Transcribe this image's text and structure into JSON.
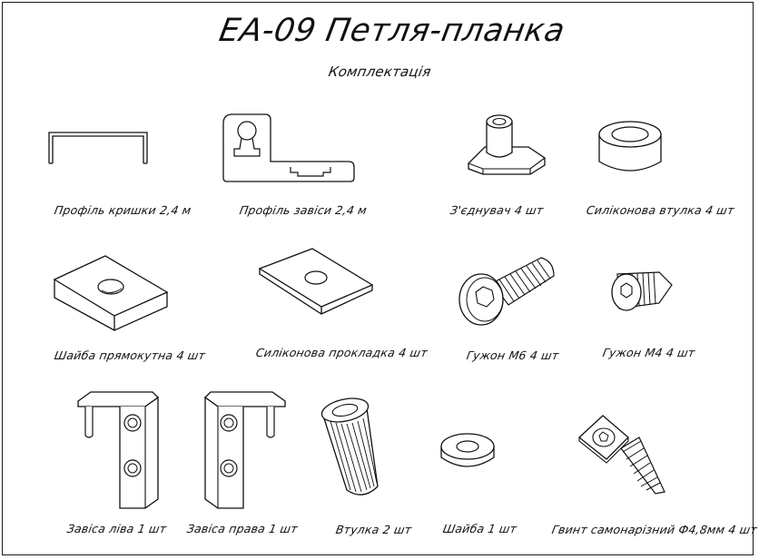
{
  "title": "EA-09 Петля-планка",
  "subtitle": "Комплектація",
  "parts": [
    {
      "id": "profile-cover",
      "icon": "channel-profile-icon",
      "label": "Профіль кришки 2,4 м"
    },
    {
      "id": "profile-hinge",
      "icon": "hinge-profile-icon",
      "label": "Профіль завіси 2,4 м"
    },
    {
      "id": "connector",
      "icon": "connector-icon",
      "label": "З'єднувач 4 шт"
    },
    {
      "id": "silicone-bushing",
      "icon": "silicone-bushing-icon",
      "label": "Силіконова втулка 4 шт"
    },
    {
      "id": "rect-washer",
      "icon": "rectangular-washer-icon",
      "label": "Шайба прямокутна 4 шт"
    },
    {
      "id": "silicone-gasket",
      "icon": "silicone-gasket-icon",
      "label": "Силіконова прокладка 4 шт"
    },
    {
      "id": "setscrew-m6",
      "icon": "set-screw-m6-icon",
      "label": "Гужон М6  4 шт"
    },
    {
      "id": "setscrew-m4",
      "icon": "set-screw-m4-icon",
      "label": "Гужон М4  4 шт"
    },
    {
      "id": "hinge-left",
      "icon": "hinge-left-icon",
      "label": "Завіса ліва 1 шт"
    },
    {
      "id": "hinge-right",
      "icon": "hinge-right-icon",
      "label": "Завіса права 1 шт"
    },
    {
      "id": "bushing",
      "icon": "knurled-bushing-icon",
      "label": "Втулка 2 шт"
    },
    {
      "id": "washer",
      "icon": "washer-icon",
      "label": "Шайба 1 шт"
    },
    {
      "id": "self-tapping-screw",
      "icon": "self-tapping-screw-icon",
      "label": "Гвинт самонарізний Ф4,8мм 4 шт"
    }
  ]
}
